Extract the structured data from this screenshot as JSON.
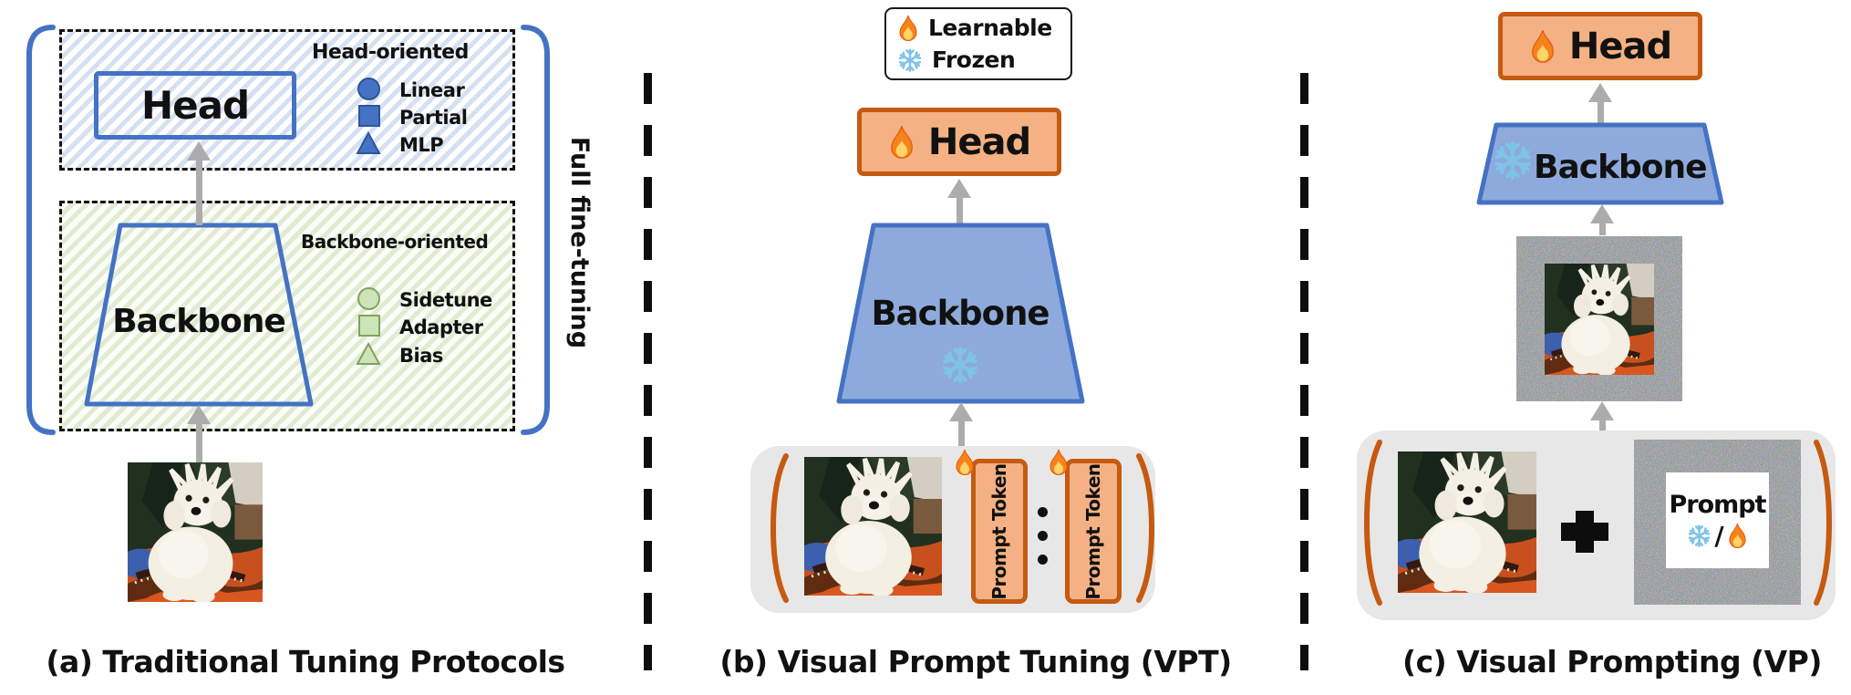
{
  "panel_a": {
    "caption": "(a) Traditional Tuning Protocols",
    "side_label": "Full fine-tuning",
    "head_box_label": "Head",
    "backbone_label": "Backbone",
    "head_oriented": {
      "title": "Head-oriented",
      "items": [
        {
          "icon": "circle-marker",
          "label": "Linear"
        },
        {
          "icon": "square-marker",
          "label": "Partial"
        },
        {
          "icon": "triangle-marker",
          "label": "MLP"
        }
      ]
    },
    "backbone_oriented": {
      "title": "Backbone-oriented",
      "items": [
        {
          "icon": "circle-marker",
          "label": "Sidetune"
        },
        {
          "icon": "square-marker",
          "label": "Adapter"
        },
        {
          "icon": "triangle-marker",
          "label": "Bias"
        }
      ]
    }
  },
  "panel_b": {
    "caption": "(b) Visual Prompt Tuning (VPT)",
    "legend": [
      {
        "icon": "flame-icon",
        "label": "Learnable"
      },
      {
        "icon": "snowflake-icon",
        "label": "Frozen"
      }
    ],
    "head_label": "Head",
    "backbone_label": "Backbone",
    "prompt_tokens": [
      "Prompt Token",
      "Prompt Token"
    ]
  },
  "panel_c": {
    "caption": "(c) Visual Prompting (VP)",
    "head_label": "Head",
    "backbone_label": "Backbone",
    "prompt_patch": {
      "label": "Prompt",
      "slash": "/"
    }
  },
  "colors": {
    "accent_blue": "#4472C4",
    "trapezoid_fill_blue": "#8EA9DB",
    "accent_orange": "#C55A11",
    "fill_orange": "#F4B183",
    "container_gray": "#E8E7E7",
    "hatch_blue_stripe": "#d5e0f2",
    "hatch_green_stripe": "#e0ebd2",
    "green_marker_fill": "#CDE4B8",
    "green_marker_stroke": "#7FA35D",
    "arrow_gray": "#ACACAC"
  }
}
